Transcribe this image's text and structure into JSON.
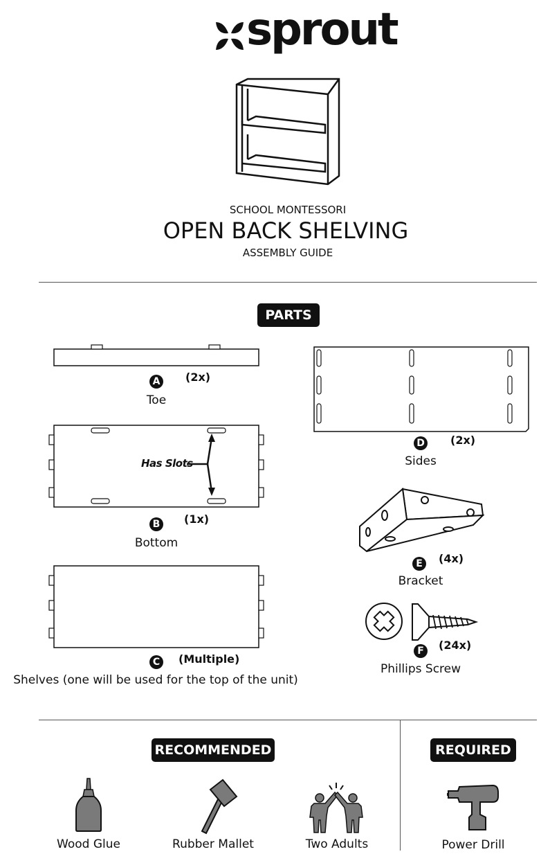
{
  "header": {
    "logo_text": "sprout",
    "product_line": "SCHOOL MONTESSORI",
    "title": "OPEN BACK SHELVING",
    "subtitle": "ASSEMBLY GUIDE"
  },
  "parts_badge": "PARTS",
  "parts": [
    {
      "letter": "A",
      "qty": "(2x)",
      "name": "Toe"
    },
    {
      "letter": "B",
      "qty": "(1x)",
      "name": "Bottom",
      "callout": "Has Slots"
    },
    {
      "letter": "C",
      "qty": "(Multiple)",
      "name": "Shelves (one will be used for the top of the unit)"
    },
    {
      "letter": "D",
      "qty": "(2x)",
      "name": "Sides"
    },
    {
      "letter": "E",
      "qty": "(4x)",
      "name": "Bracket"
    },
    {
      "letter": "F",
      "qty": "(24x)",
      "name": "Phillips Screw"
    }
  ],
  "recommended_badge": "RECOMMENDED",
  "required_badge": "REQUIRED",
  "recommended": [
    {
      "label": "Wood Glue",
      "icon": "glue-bottle-icon"
    },
    {
      "label": "Rubber Mallet",
      "icon": "mallet-icon"
    },
    {
      "label": "Two Adults",
      "icon": "two-adults-icon"
    }
  ],
  "required": [
    {
      "label": "Power Drill",
      "icon": "power-drill-icon"
    }
  ],
  "colors": {
    "ink": "#111111",
    "tool_gray": "#7a7a7a",
    "rule": "#555555"
  }
}
